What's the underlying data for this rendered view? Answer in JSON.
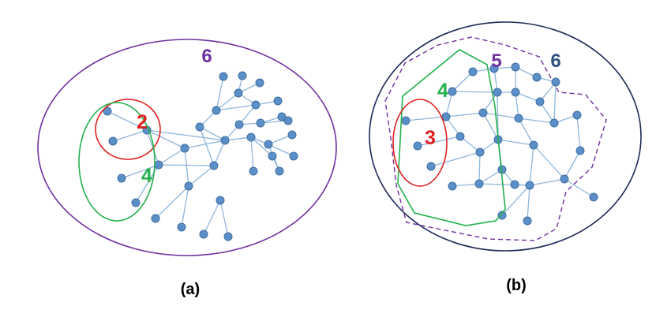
{
  "panel_a": {
    "caption": "(a)",
    "labels": {
      "outer": "6",
      "red": "2",
      "green": "4"
    }
  },
  "panel_b": {
    "caption": "(b)",
    "labels": {
      "red": "3",
      "green": "4",
      "purple": "5",
      "outer": "6"
    }
  },
  "colors": {
    "purple": "#7030a0",
    "red": "#e02020",
    "green": "#22b14c",
    "navy": "#1f2a5a",
    "node": "#5b8fc7",
    "edge": "#8fb6dc",
    "label6b": "#2e4f7f"
  }
}
